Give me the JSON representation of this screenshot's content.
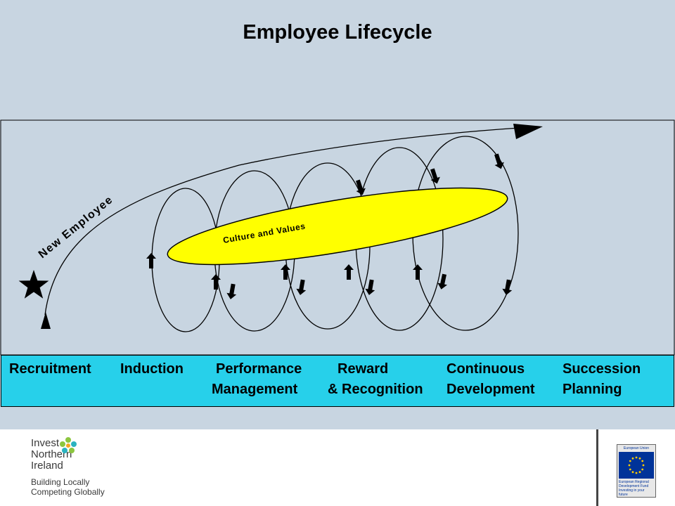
{
  "title": "Employee Lifecycle",
  "diagram": {
    "path_label": "New Employee",
    "center_label": "Culture and Values",
    "stages": [
      {
        "line1": "Recruitment",
        "line2": ""
      },
      {
        "line1": "Induction",
        "line2": ""
      },
      {
        "line1": "Performance",
        "line2": "Management"
      },
      {
        "line1": "Reward",
        "line2": "& Recognition"
      },
      {
        "line1": "Continuous",
        "line2": "Development"
      },
      {
        "line1": "Succession",
        "line2": "Planning"
      }
    ],
    "colors": {
      "background": "#c8d5e1",
      "band": "#27d0ea",
      "ellipse": "#ffff00",
      "line": "#000000"
    }
  },
  "footer": {
    "logo_lines": [
      "Invest",
      "Northern",
      "Ireland"
    ],
    "logo_tagline": [
      "Building Locally",
      "Competing Globally"
    ],
    "eu_top": "European Union",
    "eu_bottom": [
      "European Regional",
      "Development Fund",
      "Investing in your future"
    ]
  }
}
